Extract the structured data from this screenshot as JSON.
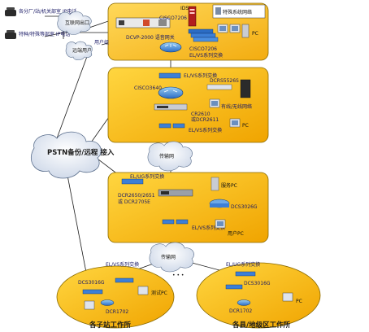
{
  "diagram": {
    "top_left": {
      "phone_label_1": "各分厂/站/机关部室 IP电话",
      "phone_label_2": "特种/特殊等部室 IP电话",
      "internet_exit": "互联网出口",
      "remote_terminal": "远端用户",
      "user_group": "用户组"
    },
    "block1": {
      "ids_label": "IDS",
      "device_label": "DCVP-2000 语音网关",
      "core_a": "CISCO7206",
      "core_b": "CISCO7206",
      "switch_label": "EL/VS系列交换",
      "zone_label": "特殊系统网络",
      "pc_label": "PC"
    },
    "block2": {
      "switch_top": "EL/VS系列交换",
      "router": "CISCO3640",
      "dcrs": "DCRS5526S",
      "sub_label": "有线/无线网络",
      "cr_label_1": "CR2610",
      "cr_label_2": "或DCR2611",
      "switch_bottom": "EL/VS系列交换",
      "pc_label": "PC"
    },
    "pstn_cloud": "PSTN备份/远程 接入",
    "transport_1": "传输网",
    "block3": {
      "switch_top": "EL/UG系列交换",
      "router_label_1": "DCR2650/2651",
      "router_label_2": "或 DCR2705E",
      "server_label": "服务PC",
      "dcs_label": "DCS3026G",
      "switch_bottom": "EL/VS系列交换",
      "pc_label": "用户PC"
    },
    "transport_2": "传输网",
    "dots": "• • •",
    "site_left": {
      "switch": "EL/VS系列交换",
      "dcs": "DCS3016G",
      "pc": "测试PC",
      "router": "DCR1702",
      "name": "各子站工作所"
    },
    "site_right": {
      "switch": "EL/UG系列交换",
      "dcs": "DCS3016G",
      "pc": "PC",
      "router": "DCR1702",
      "name": "各县/地级区工作所"
    }
  }
}
